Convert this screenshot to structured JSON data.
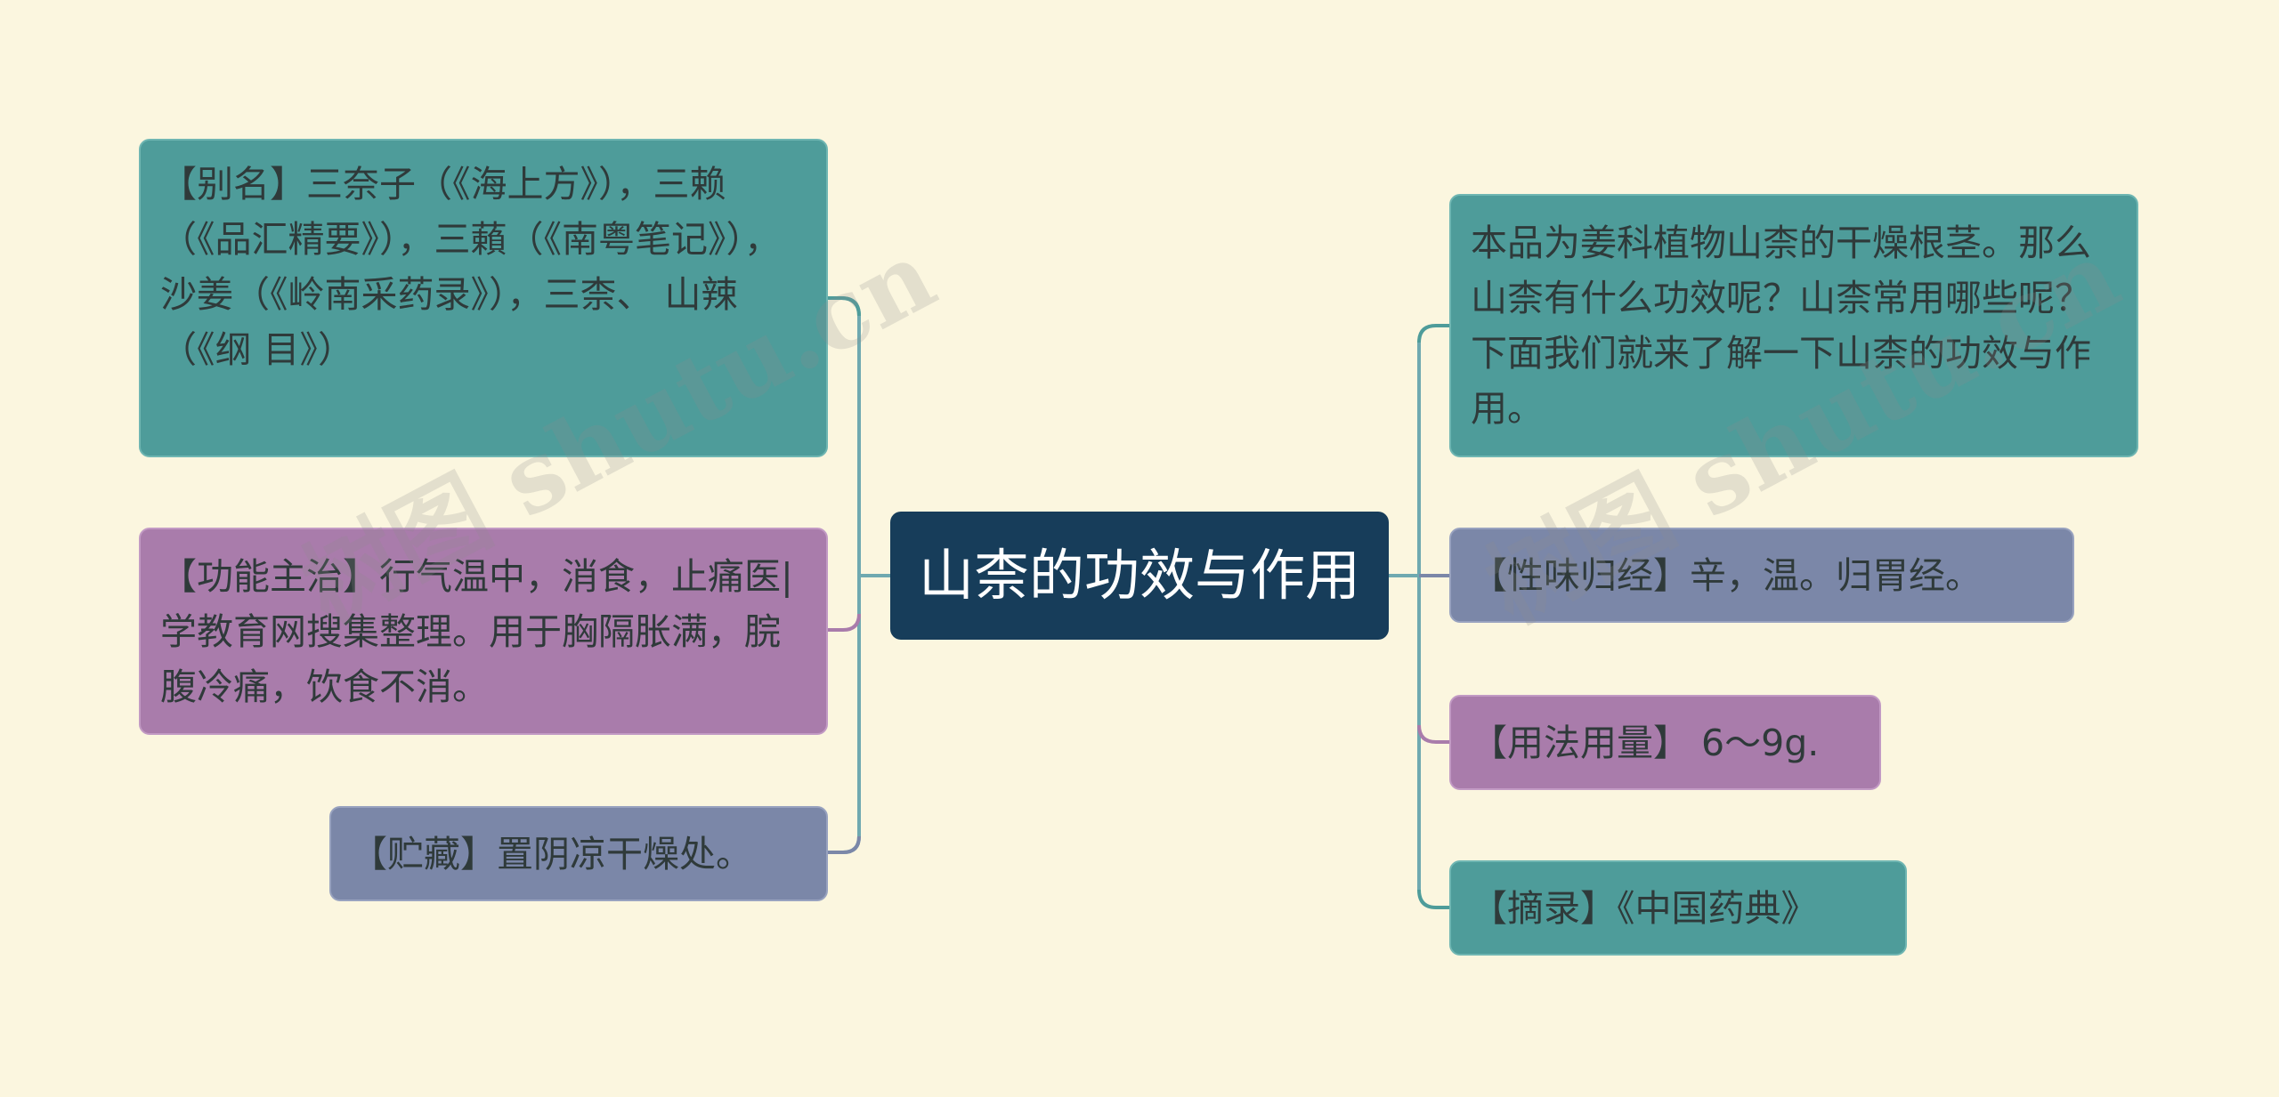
{
  "center": {
    "title": "山柰的功效与作用"
  },
  "left_nodes": [
    {
      "id": "alias",
      "text": "【别名】三奈子（《海上方》），三赖（《品汇精要》），三藾（《南粤笔记》），沙姜（《岭南采药录》），三柰、 山辣 （《纲 目》）"
    },
    {
      "id": "function",
      "text": "【功能主治】行气温中，消食，止痛医|学教育网搜集整理。用于胸隔胀满，脘腹冷痛，饮食不消。"
    },
    {
      "id": "storage",
      "text": "【贮藏】置阴凉干燥处。"
    }
  ],
  "right_nodes": [
    {
      "id": "intro",
      "text": "本品为姜科植物山柰的干燥根茎。那么山柰有什么功效呢？山柰常用哪些呢？下面我们就来了解一下山柰的功效与作用。"
    },
    {
      "id": "taste",
      "text": "【性味归经】辛，温。归胃经。"
    },
    {
      "id": "usage",
      "text": "【用法用量】 6～9g."
    },
    {
      "id": "excerpt",
      "text": "【摘录】《中国药典》"
    }
  ],
  "colors": {
    "background": "#fbf6df",
    "center": "#173d5a",
    "teal": "#4e9c9a",
    "purple": "#a97cab",
    "slate": "#7b87a8"
  },
  "watermark": "树图 shutu.cn"
}
